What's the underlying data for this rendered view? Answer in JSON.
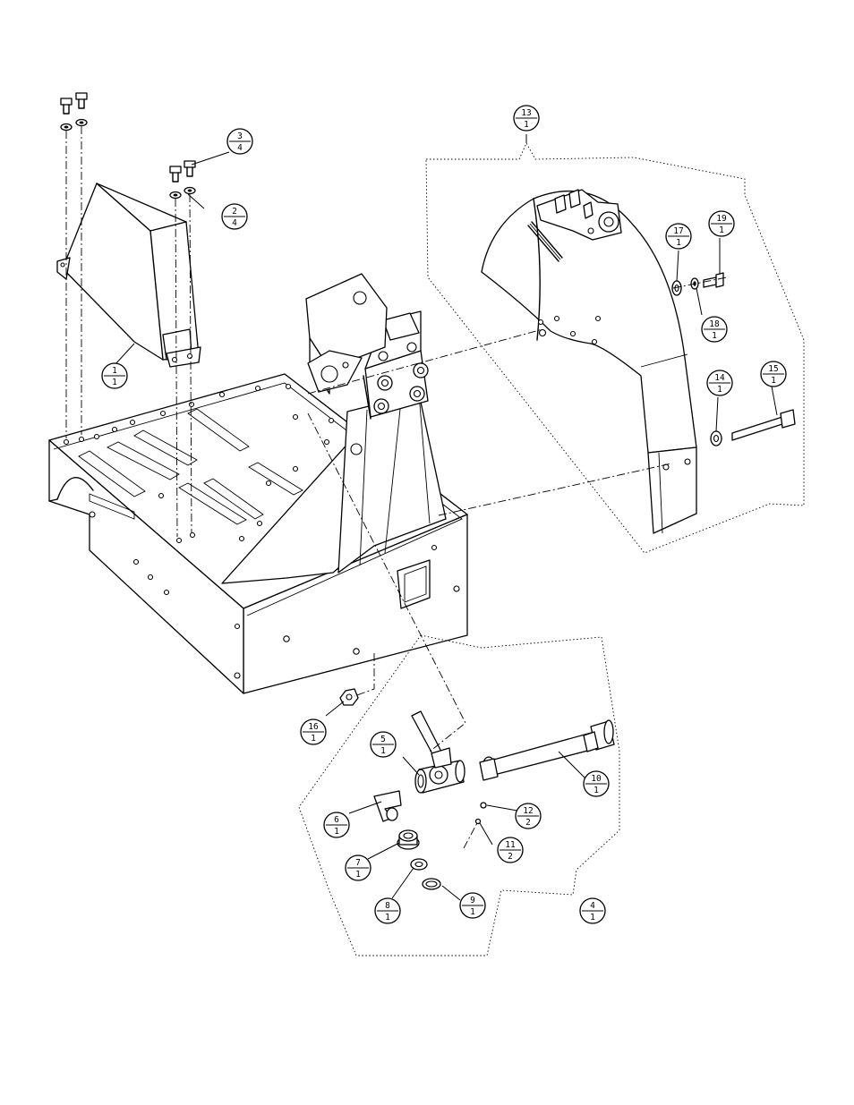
{
  "callouts": [
    {
      "id": "b1",
      "item": "1",
      "qty": "1"
    },
    {
      "id": "b2",
      "item": "2",
      "qty": "4"
    },
    {
      "id": "b3",
      "item": "3",
      "qty": "4"
    },
    {
      "id": "b4",
      "item": "4",
      "qty": "1"
    },
    {
      "id": "b5",
      "item": "5",
      "qty": "1"
    },
    {
      "id": "b6",
      "item": "6",
      "qty": "1"
    },
    {
      "id": "b7",
      "item": "7",
      "qty": "1"
    },
    {
      "id": "b8",
      "item": "8",
      "qty": "1"
    },
    {
      "id": "b9",
      "item": "9",
      "qty": "1"
    },
    {
      "id": "b10",
      "item": "10",
      "qty": "1"
    },
    {
      "id": "b11",
      "item": "11",
      "qty": "2"
    },
    {
      "id": "b12",
      "item": "12",
      "qty": "2"
    },
    {
      "id": "b13",
      "item": "13",
      "qty": "1"
    },
    {
      "id": "b14",
      "item": "14",
      "qty": "1"
    },
    {
      "id": "b15",
      "item": "15",
      "qty": "1"
    },
    {
      "id": "b16",
      "item": "16",
      "qty": "1"
    },
    {
      "id": "b17",
      "item": "17",
      "qty": "1"
    },
    {
      "id": "b18",
      "item": "18",
      "qty": "1"
    },
    {
      "id": "b19",
      "item": "19",
      "qty": "1"
    }
  ]
}
